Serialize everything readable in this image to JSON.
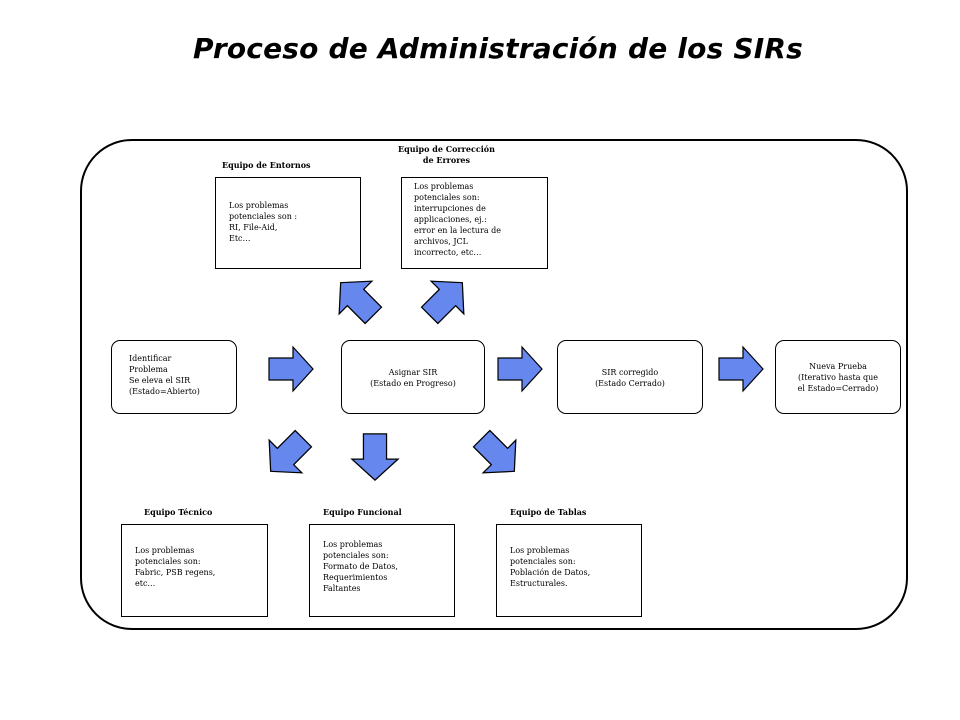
{
  "title": "Proceso de Administración de los SIRs",
  "labels": {
    "entornos": "Equipo de Entornos",
    "correccion": "Equipo de Corrección\nde Errores",
    "tecnico": "Equipo Técnico",
    "funcional": "Equipo Funcional",
    "tablas": "Equipo de Tablas"
  },
  "boxes": {
    "entornos": "Los problemas\npotenciales  son :\nRI, File-Aid,\nEtc…",
    "correccion": "Los problemas\npotenciales  son:\ninterrupciones  de\napplicaciones,  ej.:\nerror en la lectura de\narchivos, JCL\nincorrecto, etc…",
    "tecnico": "Los problemas\npotenciales  son:\nFabric, PSB regens,\n   etc…",
    "funcional": "Los problemas\npotenciales  son:\nFormato de Datos,\nRequerimientos\nFaltantes",
    "tablas": "Los problemas\npotenciales  son:\nPoblación de Datos,\nEstructurales."
  },
  "steps": [
    "Identificar\nProblema\nSe eleva el SIR\n(Estado=Abierto)",
    "Asignar SIR\n(Estado en Progreso)",
    "SIR corregido\n(Estado Cerrado)",
    "Nueva Prueba\n(Iterativo  hasta que\nel Estado=Cerrado)"
  ],
  "colors": {
    "arrow_fill": "#6688ee",
    "stroke": "#000000"
  }
}
